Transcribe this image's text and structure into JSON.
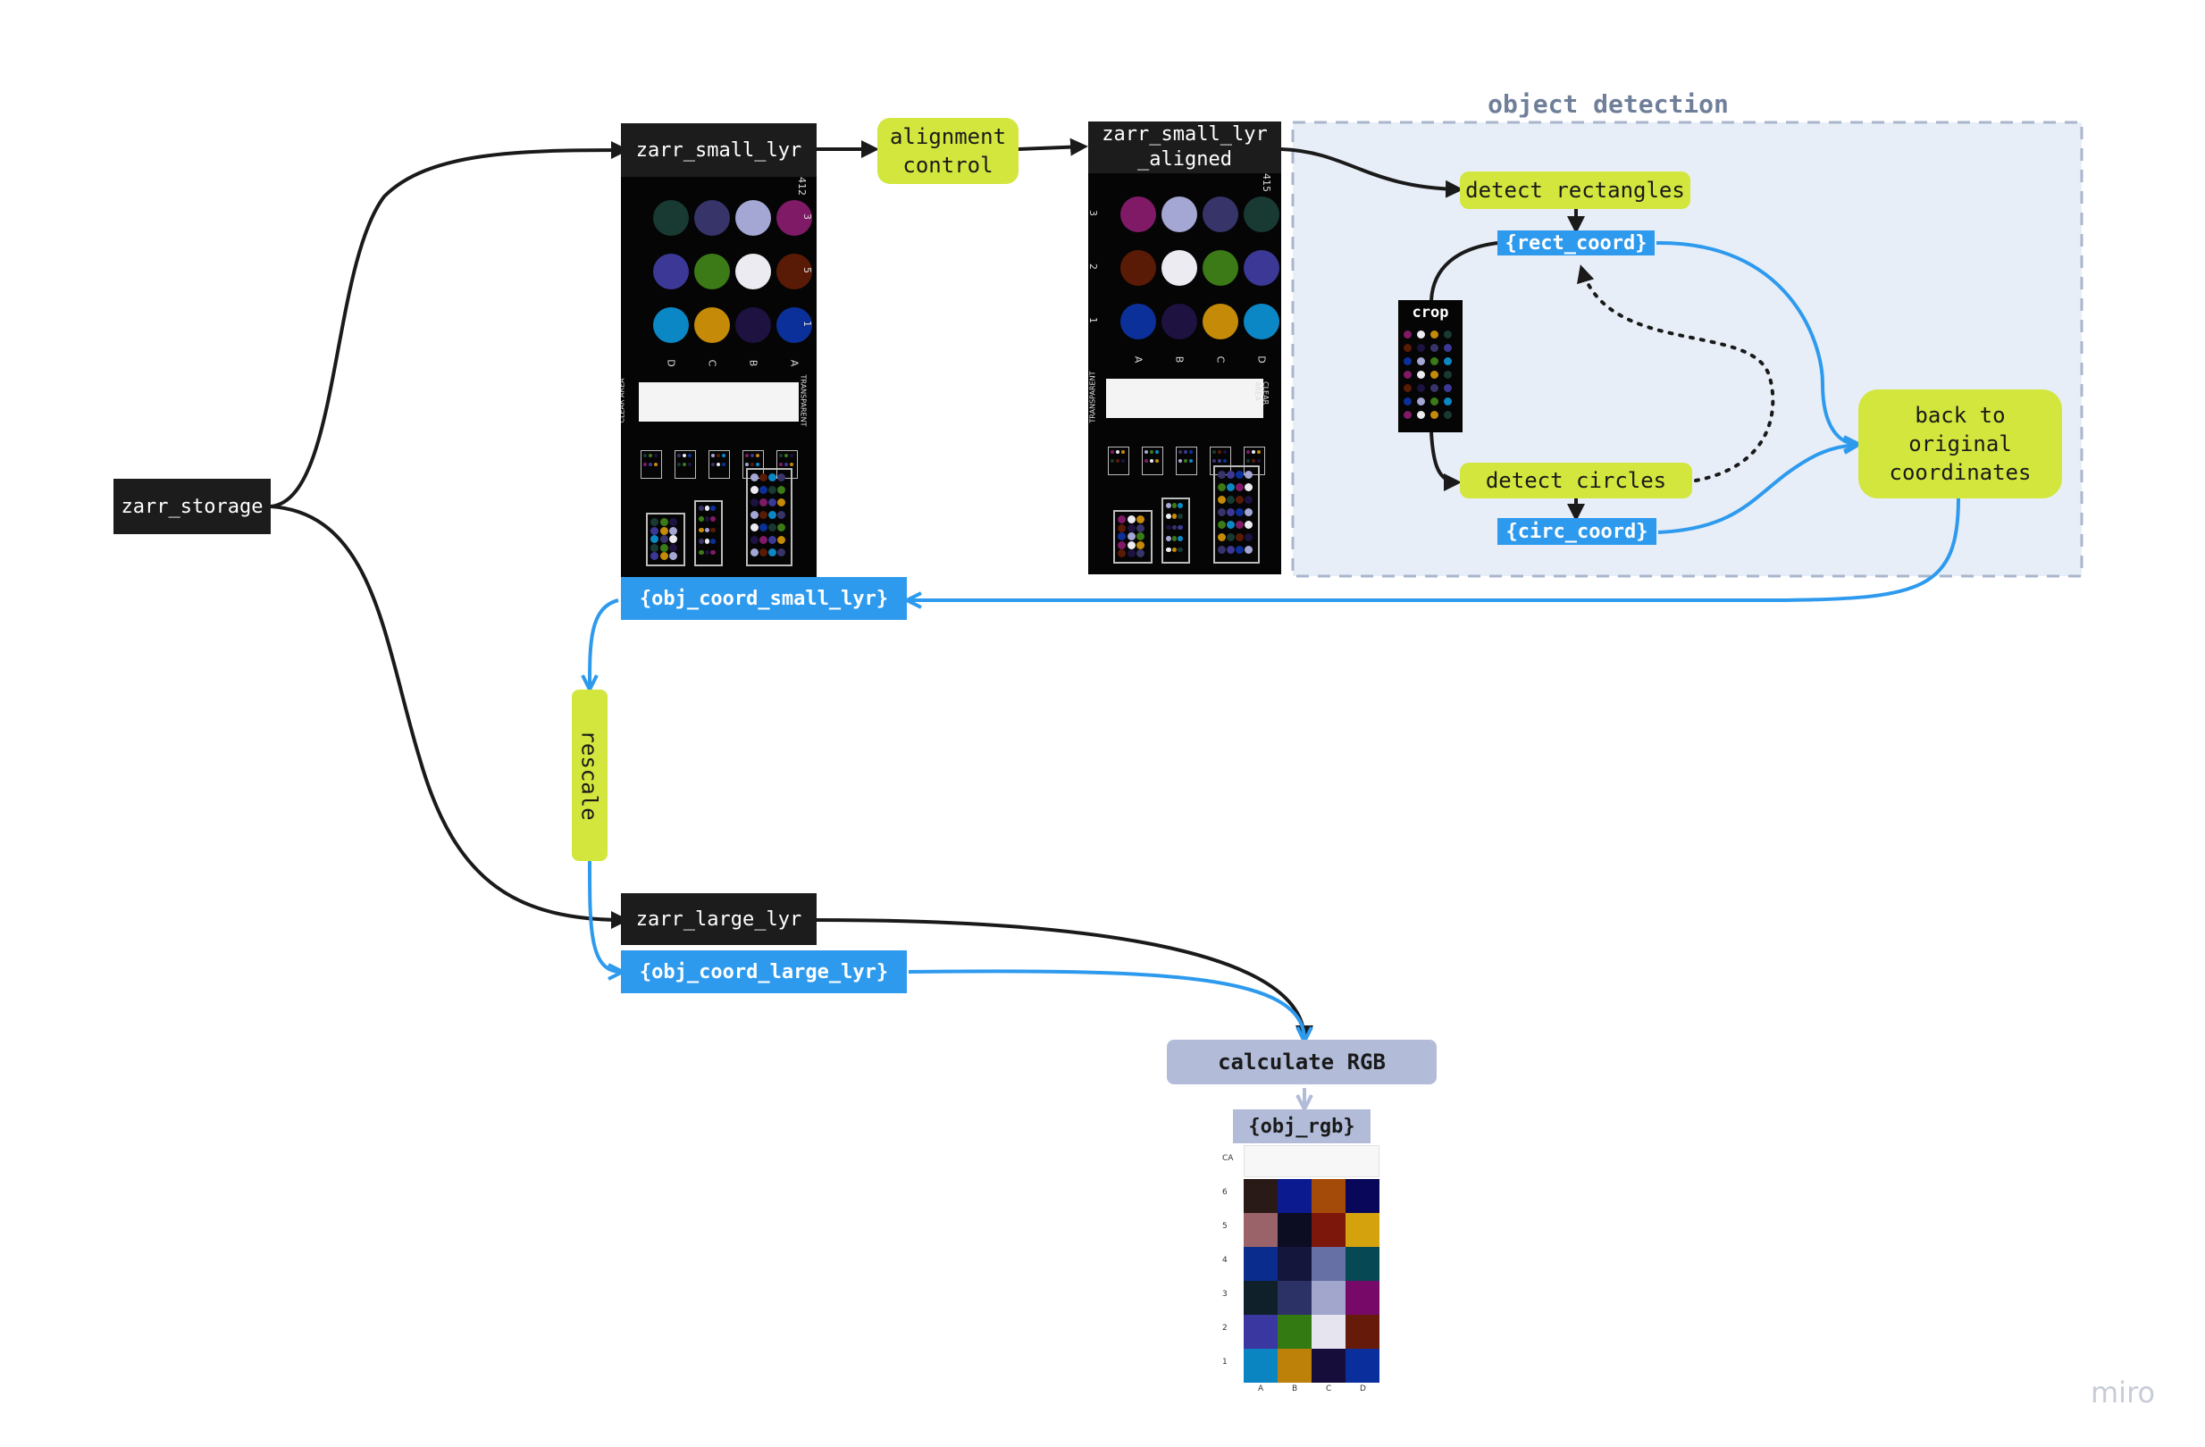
{
  "group": {
    "title": "object detection"
  },
  "nodes": {
    "storage": "zarr_storage",
    "small": "zarr_small_lyr",
    "align": "alignment\ncontrol",
    "aligned": "zarr_small_lyr\n_aligned",
    "detect_rect": "detect rectangles",
    "rect_coord": "{rect_coord}",
    "crop": "crop",
    "detect_circ": "detect circles",
    "circ_coord": "{circ_coord}",
    "back": "back to\noriginal\ncoordinates",
    "obj_small": "{obj_coord_small_lyr}",
    "rescale": "rescale",
    "large": "zarr_large_lyr",
    "obj_large": "{obj_coord_large_lyr}",
    "calc": "calculate RGB",
    "rgb": "{obj_rgb}"
  },
  "board1": {
    "top_num": "412",
    "rows": [
      "3",
      "5",
      "1"
    ],
    "cols": [
      "D",
      "C",
      "B",
      "A"
    ],
    "left_side": "CLEAR AREA",
    "right_side": "TRANSPARENT",
    "dots": [
      [
        "#183a33",
        "#37346a",
        "#a4a6d4",
        "#7e1a66"
      ],
      [
        "#3c3896",
        "#3b7a17",
        "#ecebf1",
        "#5a1b06"
      ],
      [
        "#0c87c5",
        "#c48a08",
        "#1d1240",
        "#0c3099"
      ]
    ]
  },
  "board2": {
    "top_num": "415",
    "rows": [
      "3",
      "2",
      "1"
    ],
    "cols": [
      "A",
      "B",
      "C",
      "D"
    ],
    "left_side": "TRANSPARENT",
    "right_side": "CLEAR AREA",
    "dots": [
      [
        "#801a67",
        "#a4a6d4",
        "#37346a",
        "#183a33"
      ],
      [
        "#5a1b06",
        "#ecebf1",
        "#3b7a17",
        "#3c3896"
      ],
      [
        "#0c3099",
        "#1d1240",
        "#c48a08",
        "#0c87c5"
      ]
    ]
  },
  "rgb_grid": {
    "row_labels": [
      "CA",
      "6",
      "5",
      "4",
      "3",
      "2",
      "1"
    ],
    "col_labels": [
      "A",
      "B",
      "C",
      "D"
    ],
    "cells": [
      [
        "#2a1a17",
        "#0c1a8f",
        "#a54b09",
        "#08075a"
      ],
      [
        "#9a6269",
        "#0c0c22",
        "#7c170b",
        "#d3a20c"
      ],
      [
        "#0a2c8c",
        "#15163c",
        "#6670a4",
        "#074855"
      ],
      [
        "#10202a",
        "#2c3266",
        "#a3a6cc",
        "#770a69"
      ],
      [
        "#3a37a0",
        "#337a12",
        "#e6e4ef",
        "#661b0a"
      ],
      [
        "#0b84c2",
        "#bd8109",
        "#170d3a",
        "#0a2f9c"
      ]
    ]
  },
  "colors": {
    "dark_node": "#1c1c1c",
    "lime": "#d2e63d",
    "blue": "#2e9aee",
    "calc": "#b2bcd9",
    "group_fill": "#e8eef7",
    "group_border": "#a9b6cc",
    "arrow_dark": "#1a1a1a"
  },
  "watermark": "miro"
}
